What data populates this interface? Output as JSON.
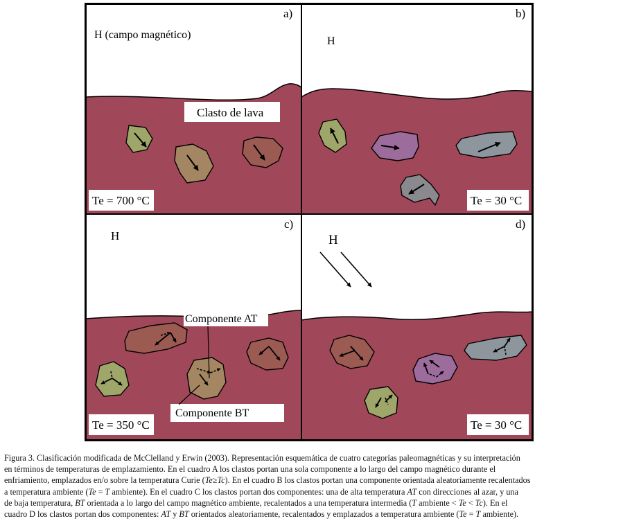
{
  "panels": {
    "a": {
      "letter": "a)",
      "field_label": "H (campo magnético)",
      "clast_label": "Clasto de lava",
      "temperature": "Te = 700 °C"
    },
    "b": {
      "letter": "b)",
      "field_label": "H",
      "temperature": "Te = 30 °C"
    },
    "c": {
      "letter": "c)",
      "field_label": "H",
      "label_at": "Componente AT",
      "label_bt": "Componente BT",
      "temperature": "Te = 350 °C"
    },
    "d": {
      "letter": "d)",
      "field_label": "H",
      "temperature": "Te = 30 °C"
    }
  },
  "colors": {
    "lava": "#a0485a",
    "clast_green": "#9ea66a",
    "clast_tan": "#a48662",
    "clast_brown": "#9b5a52",
    "clast_purple": "#9c6c9c",
    "clast_gray": "#8c969c",
    "clast_darkgray": "#8a8a8e"
  },
  "caption": {
    "l1": "Figura 3. Clasificación modificada de McClelland y Erwin (2003). Representación esquemática de cuatro categorías paleomagnéticas y su interpretación",
    "l2": "en términos de temperaturas de emplazamiento. En el cuadro A los  clastos portan una sola componente a  lo largo del campo magnético durante el",
    "l3a": "enfriamiento, emplazados en/o sobre la temperatura Curie (",
    "l3b": "Te",
    "l3c": "≥",
    "l3d": "Tc",
    "l3e": "). En el cuadro B los clastos portan una componente orientada aleatoriamente recalentados",
    "l4a": "a temperatura ambiente (",
    "l4b": "Te",
    "l4c": " = ",
    "l4d": "T",
    "l4e": " ambiente). En el cuadro C los clastos portan dos componentes: una de alta temperatura ",
    "l4f": "AT",
    "l4g": " con direcciones al azar, y una",
    "l5a": "de baja temperatura, ",
    "l5b": "BT",
    "l5c": " orientada a lo largo del campo magnético ambiente, recalentados a una temperatura intermedia  (",
    "l5d": "T",
    "l5e": " ambiente < ",
    "l5f": "Te",
    "l5g": " < ",
    "l5h": "Tc",
    "l5i": "). En el",
    "l6a": "cuadro D los clastos portan dos componentes: ",
    "l6b": "AT",
    "l6c": " y ",
    "l6d": "BT",
    "l6e": " orientados aleatoriamente, recalentados y emplazados a temperatura ambiente (",
    "l6f": "Te",
    "l6g": " = ",
    "l6h": "T",
    "l6i": " ambiente)."
  }
}
